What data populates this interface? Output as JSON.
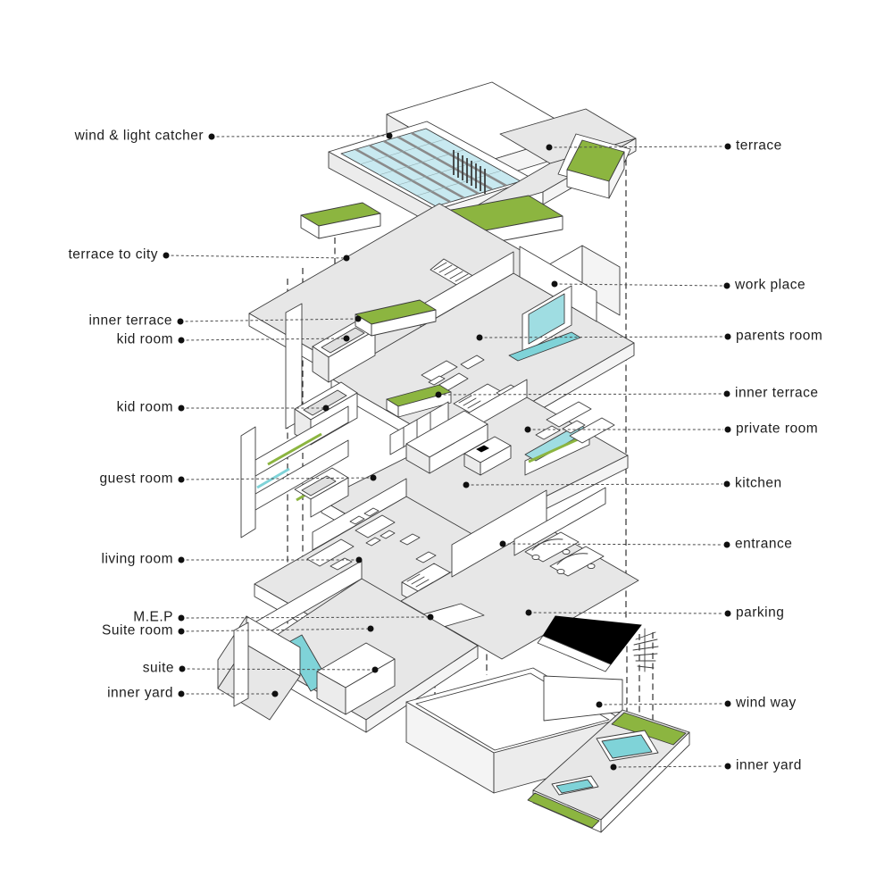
{
  "diagram": {
    "type": "exploded-axonometric-house-diagram"
  },
  "labels": {
    "left": [
      "wind & light catcher",
      "terrace to city",
      "inner terrace",
      "kid room",
      "kid room",
      "guest room",
      "living room",
      "M.E.P",
      "Suite room",
      "suite",
      "inner yard"
    ],
    "right": [
      "terrace",
      "work place",
      "parents room",
      "inner terrace",
      "private room",
      "kitchen",
      "entrance",
      "parking",
      "wind way",
      "inner yard"
    ]
  },
  "colors": {
    "planter_green": "#8CB540",
    "pool_teal": "#7FD3D8",
    "skylight_glass": "#C8E9F0",
    "window_cyan": "#9FDDE2",
    "slab_gray": "#E7E7E7",
    "ramp_black": "#000000",
    "line": "#3C3C3C",
    "background": "#FFFFFF"
  }
}
